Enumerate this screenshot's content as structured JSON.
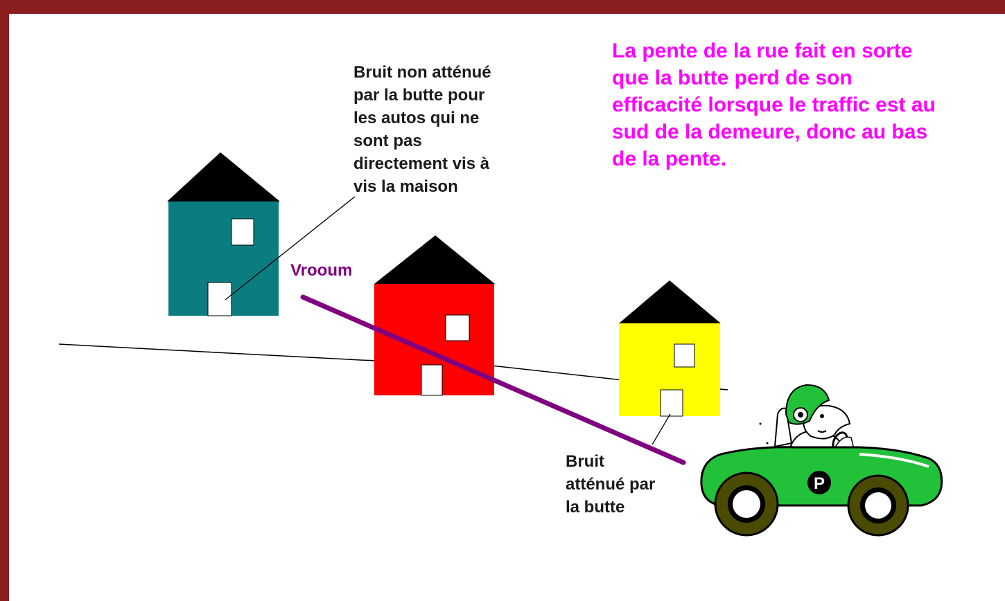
{
  "colors": {
    "frame": "#8b1f1f",
    "house_left": "#0b7d80",
    "house_middle": "#ff0000",
    "house_right": "#ffff00",
    "roof": "#000000",
    "noise_line": "#800080",
    "annotation_pink": "#ff00ff",
    "car_green": "#22c13a"
  },
  "labels": {
    "unattenuated_noise": "Bruit non atténué\npar la butte pour\nles autos qui ne\nsont pas\ndirectement vis à\nvis la maison",
    "attenuated_noise": "Bruit\natténué par\nla butte",
    "vroom": "Vrooum",
    "slope_note": "La pente de la rue fait en sorte\nque la butte perd de son\nefficacité lorsque le traffic est au\nsud de la demeure, donc au bas\nde la pente.",
    "car_badge": "P"
  }
}
